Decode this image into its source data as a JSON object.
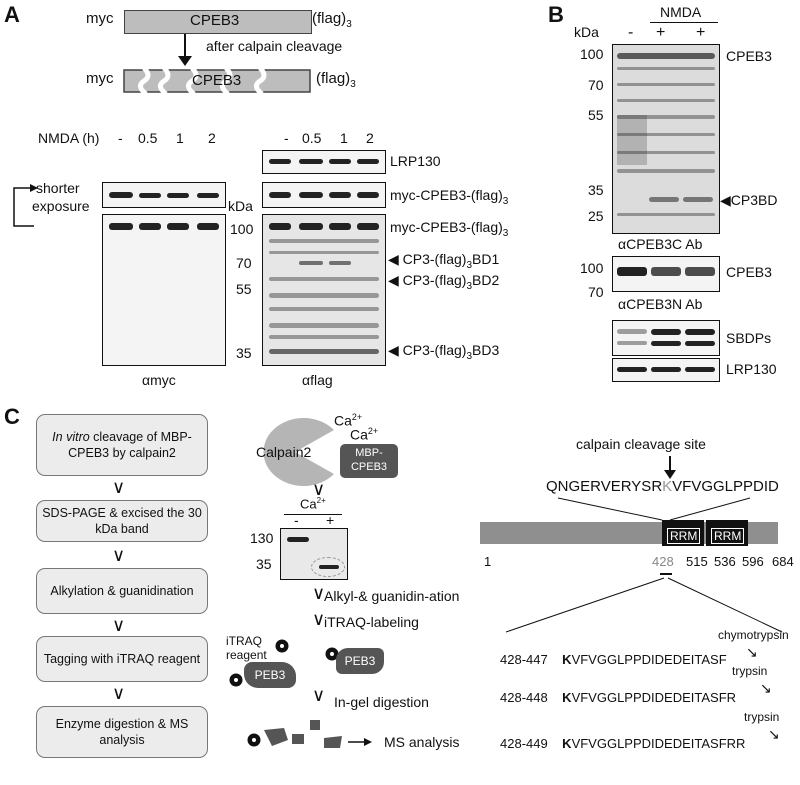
{
  "panels": {
    "a": "A",
    "b": "B",
    "c": "C"
  },
  "panelA": {
    "construct": {
      "myc": "myc",
      "cpeb3": "CPEB3",
      "flag": "(flag)",
      "flag_sub": "3"
    },
    "cleavage_label": "after calpain cleavage",
    "cleaved_construct": {
      "myc": "myc",
      "cpeb3": "CPEB3",
      "flag": "(flag)",
      "flag_sub": "3"
    },
    "nmda_label": "NMDA (h)",
    "timepoints": [
      "-",
      "0.5",
      "1",
      "2"
    ],
    "shorter_exposure": [
      "shorter",
      "exposure"
    ],
    "kda": "kDa",
    "mw_markers": [
      "100",
      "70",
      "55",
      "35"
    ],
    "band_labels": {
      "lrp130": "LRP130",
      "myc_cpeb3_short": "myc-CPEB3-(flag)",
      "myc_cpeb3_long": "myc-CPEB3-(flag)",
      "bd1": "CP3-(flag)",
      "bd1_suffix": "BD1",
      "bd2": "CP3-(flag)",
      "bd2_suffix": "BD2",
      "bd3": "CP3-(flag)",
      "bd3_suffix": "BD3",
      "sub3": "3"
    },
    "antibodies": {
      "myc": "αmyc",
      "flag": "αflag"
    }
  },
  "panelB": {
    "nmda": "NMDA",
    "lanes": [
      "-",
      "+",
      "+"
    ],
    "kda": "kDa",
    "mw_top": [
      "100",
      "70",
      "55",
      "35",
      "25"
    ],
    "mw_mid": [
      "100",
      "70"
    ],
    "labels": {
      "cpeb3_top": "CPEB3",
      "cp3bd": "CP3BD",
      "ab_c": "αCPEB3C Ab",
      "cpeb3_mid": "CPEB3",
      "ab_n": "αCPEB3N Ab",
      "sbdps": "SBDPs",
      "lrp130": "LRP130"
    }
  },
  "panelC": {
    "flow": [
      {
        "italic": "In vitro",
        "rest": " cleavage  of MBP-CPEB3 by calpain2"
      },
      {
        "italic": "",
        "rest": "SDS-PAGE & excised the 30 kDa band"
      },
      {
        "italic": "",
        "rest": "Alkylation & guanidination"
      },
      {
        "italic": "",
        "rest": "Tagging with iTRAQ reagent"
      },
      {
        "italic": "",
        "rest": "Enzyme digestion & MS analysis"
      }
    ],
    "calpain2": "Calpain2",
    "ca": "Ca",
    "ca_sup": "2+",
    "mbp": [
      "MBP-",
      "CPEB3"
    ],
    "gel_ca": "Ca",
    "gel_lanes": [
      "-",
      "+"
    ],
    "gel_mw": [
      "130",
      "35"
    ],
    "step_alkyl": "Alkyl-& guanidin-ation",
    "step_itraq": "iTRAQ-labeling",
    "itraq_reagent": [
      "iTRAQ",
      "reagent"
    ],
    "peb3": "PEB3",
    "in_gel": "In-gel digestion",
    "ms": "MS analysis",
    "cleavage_site": "calpain cleavage site",
    "sequence_left": "QNGERVERYSR",
    "sequence_k": "K",
    "sequence_right": "VFVGGLPPDID",
    "rrm": "RRM",
    "positions": [
      "1",
      "428",
      "515",
      "536",
      "596",
      "684"
    ],
    "enzymes": [
      "chymotrypsin",
      "trypsin",
      "trypsin"
    ],
    "peptides": [
      {
        "range": "428-447",
        "k": "K",
        "seq": "VFVGGLPPDIDEDEITASF"
      },
      {
        "range": "428-448",
        "k": "K",
        "seq": "VFVGGLPPDIDEDEITASFR"
      },
      {
        "range": "428-449",
        "k": "K",
        "seq": "VFVGGLPPDIDEDEITASFRR"
      }
    ]
  }
}
